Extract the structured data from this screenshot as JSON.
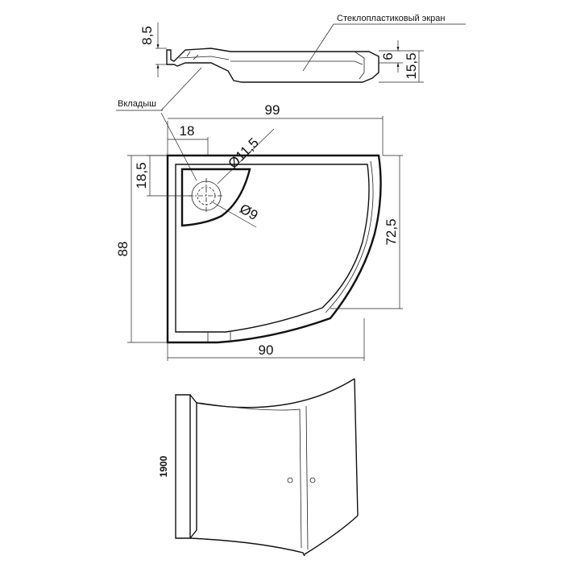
{
  "labels": {
    "screen": "Стеклопластиковый экран",
    "insert": "Вкладыш"
  },
  "dimensions": {
    "d_8_5": "8,5",
    "d_6": "6",
    "d_15_5": "15,5",
    "d_99": "99",
    "d_18": "18",
    "d_11_5": "Ø11,5",
    "d_18_5": "18,5",
    "d_9": "Ø9",
    "d_88": "88",
    "d_72_5": "72,5",
    "d_90": "90",
    "d_1900": "1900"
  }
}
